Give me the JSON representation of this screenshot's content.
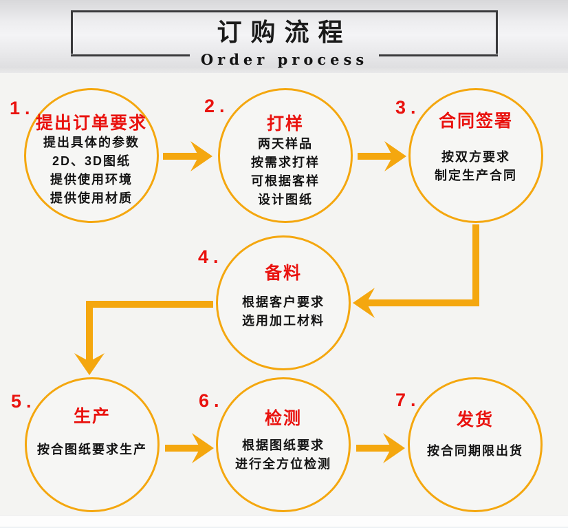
{
  "header": {
    "title": "订购流程",
    "subtitle": "Order process"
  },
  "colors": {
    "accent_orange": "#F4A70F",
    "accent_red": "#E9120E",
    "header_box_border": "#39393B"
  },
  "steps": [
    {
      "number": "1.",
      "title": "提出订单要求",
      "lines": [
        "提出具体的参数",
        "2D、3D图纸",
        "提供使用环境",
        "提供使用材质"
      ]
    },
    {
      "number": "2.",
      "title": "打样",
      "lines": [
        "两天样品",
        "按需求打样",
        "可根据客样",
        "设计图纸"
      ]
    },
    {
      "number": "3.",
      "title": "合同签署",
      "lines": [
        "按双方要求",
        "制定生产合同"
      ]
    },
    {
      "number": "4.",
      "title": "备料",
      "lines": [
        "根据客户要求",
        "选用加工材料"
      ]
    },
    {
      "number": "5.",
      "title": "生产",
      "lines": [
        "按合图纸要求生产"
      ]
    },
    {
      "number": "6.",
      "title": "检测",
      "lines": [
        "根据图纸要求",
        "进行全方位检测"
      ]
    },
    {
      "number": "7.",
      "title": "发货",
      "lines": [
        "按合同期限出货"
      ]
    }
  ]
}
